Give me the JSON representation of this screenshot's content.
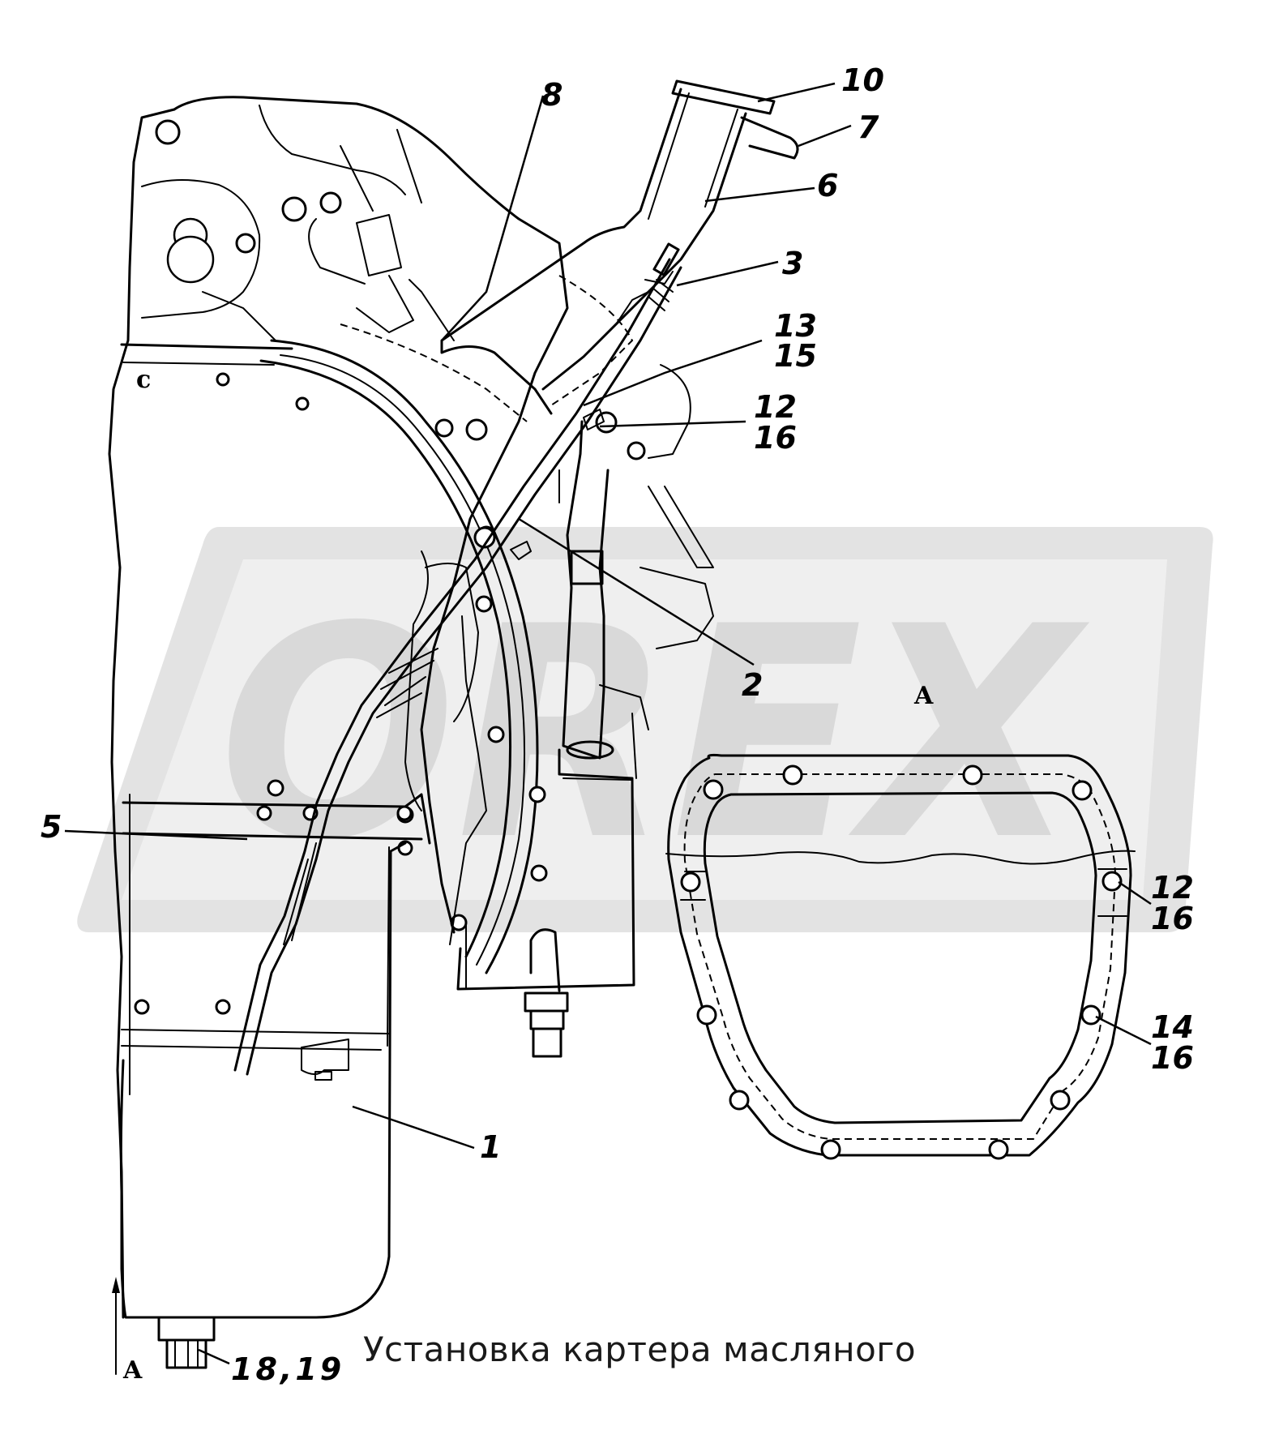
{
  "caption": "Установка картера масляного",
  "watermark": {
    "text": "OREX",
    "color": "#d9d9d9"
  },
  "view_markers": {
    "section_arrow": "A",
    "view_label": "A"
  },
  "callouts": {
    "c1": "1",
    "c2": "2",
    "c3": "3",
    "c5": "5",
    "c6": "6",
    "c7": "7",
    "c8": "8",
    "c10": "10",
    "c13": "13",
    "c15": "15",
    "c12a": "12",
    "c16a": "16",
    "c12b": "12",
    "c16b": "16",
    "c14": "14",
    "c16c": "16",
    "c18_19": "18,19"
  },
  "colors": {
    "line": "#000000",
    "background": "#ffffff"
  }
}
